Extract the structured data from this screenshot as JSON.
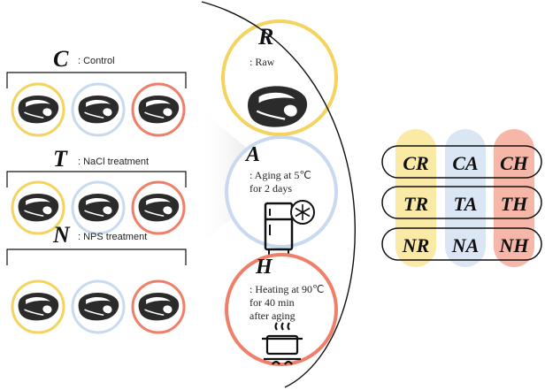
{
  "colors": {
    "raw": "#f4d35e",
    "raw_col": "#fbeaa6",
    "aging": "#c9d9f0",
    "aging_col": "#dbe6f5",
    "heating": "#ef7f68",
    "heating_col": "#f7b7a8",
    "meat": "#2b2b2b",
    "arrow": "#d6d6d6"
  },
  "groups": [
    {
      "letter": "C",
      "label": ": Control"
    },
    {
      "letter": "T",
      "label": ": NaCl treatment"
    },
    {
      "letter": "N",
      "label": ": NPS treatment"
    }
  ],
  "conditions": [
    {
      "letter": "R",
      "lines": [
        ": Raw"
      ],
      "icon": "meat-steak-icon"
    },
    {
      "letter": "A",
      "lines": [
        ": Aging at 5℃",
        "for 2 days"
      ],
      "icon": "refrigerator-icon"
    },
    {
      "letter": "H",
      "lines": [
        ": Heating at 90℃",
        "for 40 min",
        "after aging"
      ],
      "icon": "cooking-pot-icon"
    }
  ],
  "matrix": [
    [
      "CR",
      "CA",
      "CH"
    ],
    [
      "TR",
      "TA",
      "TH"
    ],
    [
      "NR",
      "NA",
      "NH"
    ]
  ]
}
